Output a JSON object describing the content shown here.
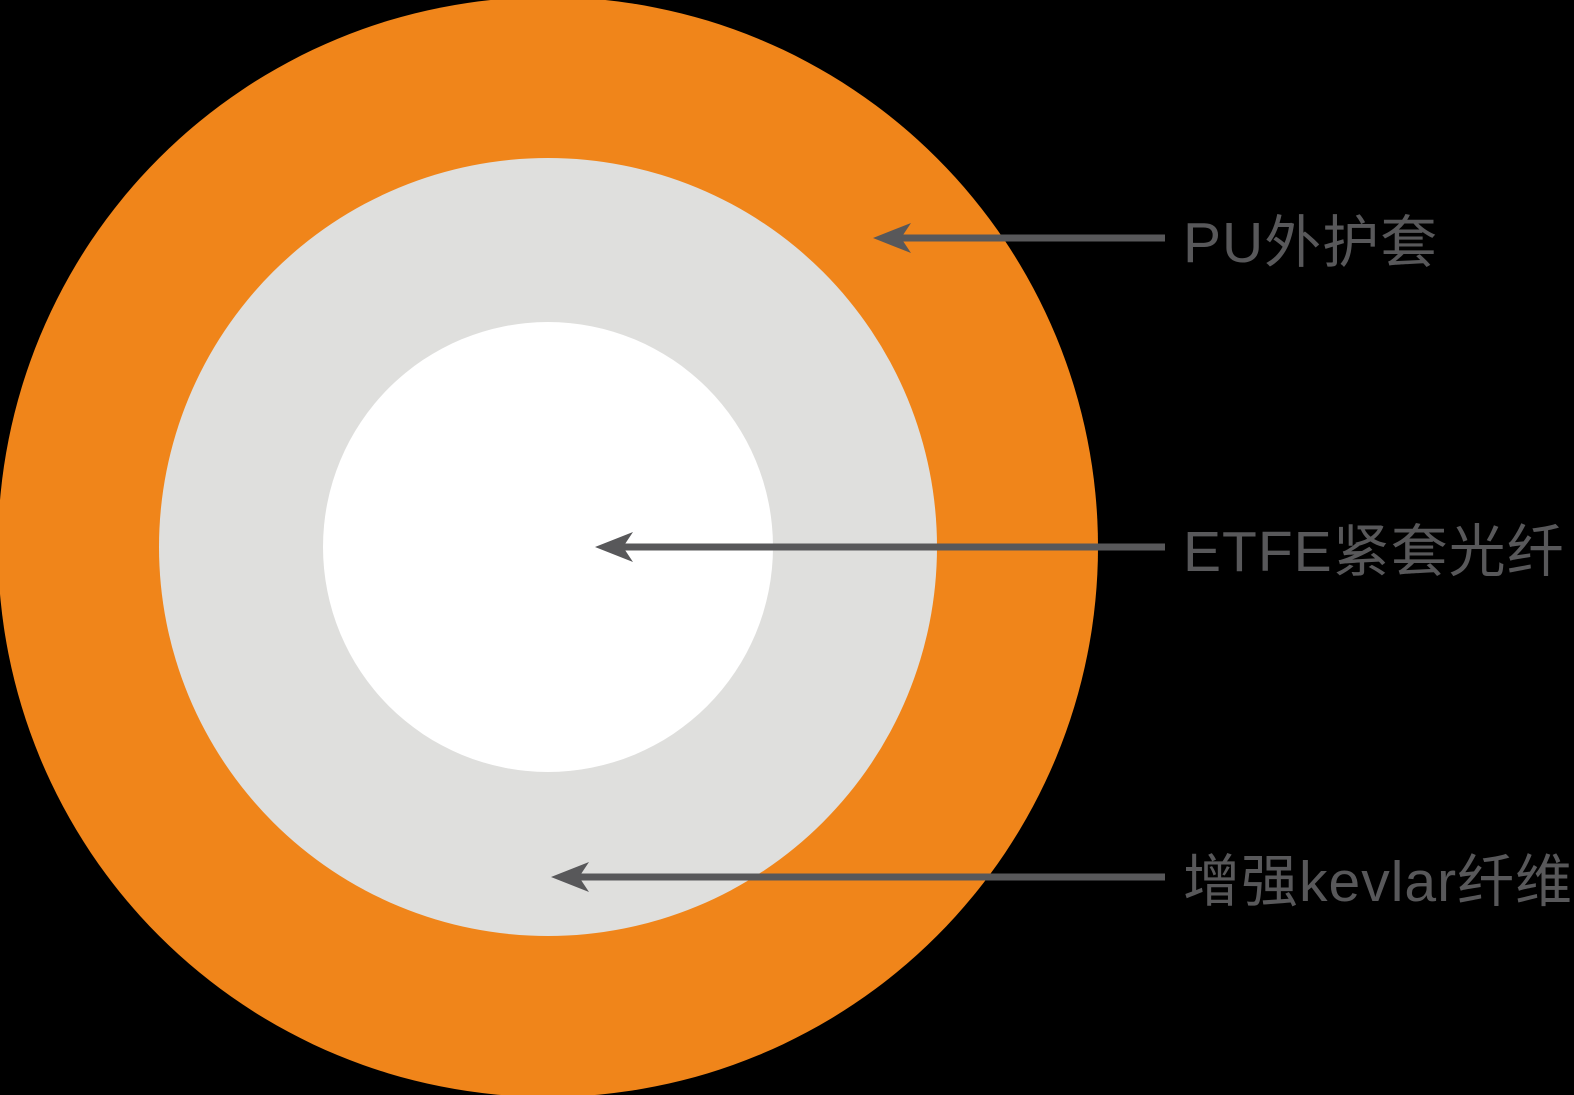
{
  "diagram": {
    "type": "fiber-optic-cable-cross-section",
    "annotations": [
      {
        "label": "PU外护套",
        "points_to": "outer-orange-sheath"
      },
      {
        "label": "ETFE紧套光纤",
        "points_to": "white-fiber-core"
      },
      {
        "label": "增强kevlar纤维",
        "points_to": "gray-kevlar-ring"
      }
    ],
    "colors": {
      "outer_sheath": "#F0851A",
      "kevlar_ring": "#DFDFDD",
      "fiber_core": "#FFFFFF",
      "annotation_gray": "#58585A",
      "background": "#000000"
    }
  }
}
